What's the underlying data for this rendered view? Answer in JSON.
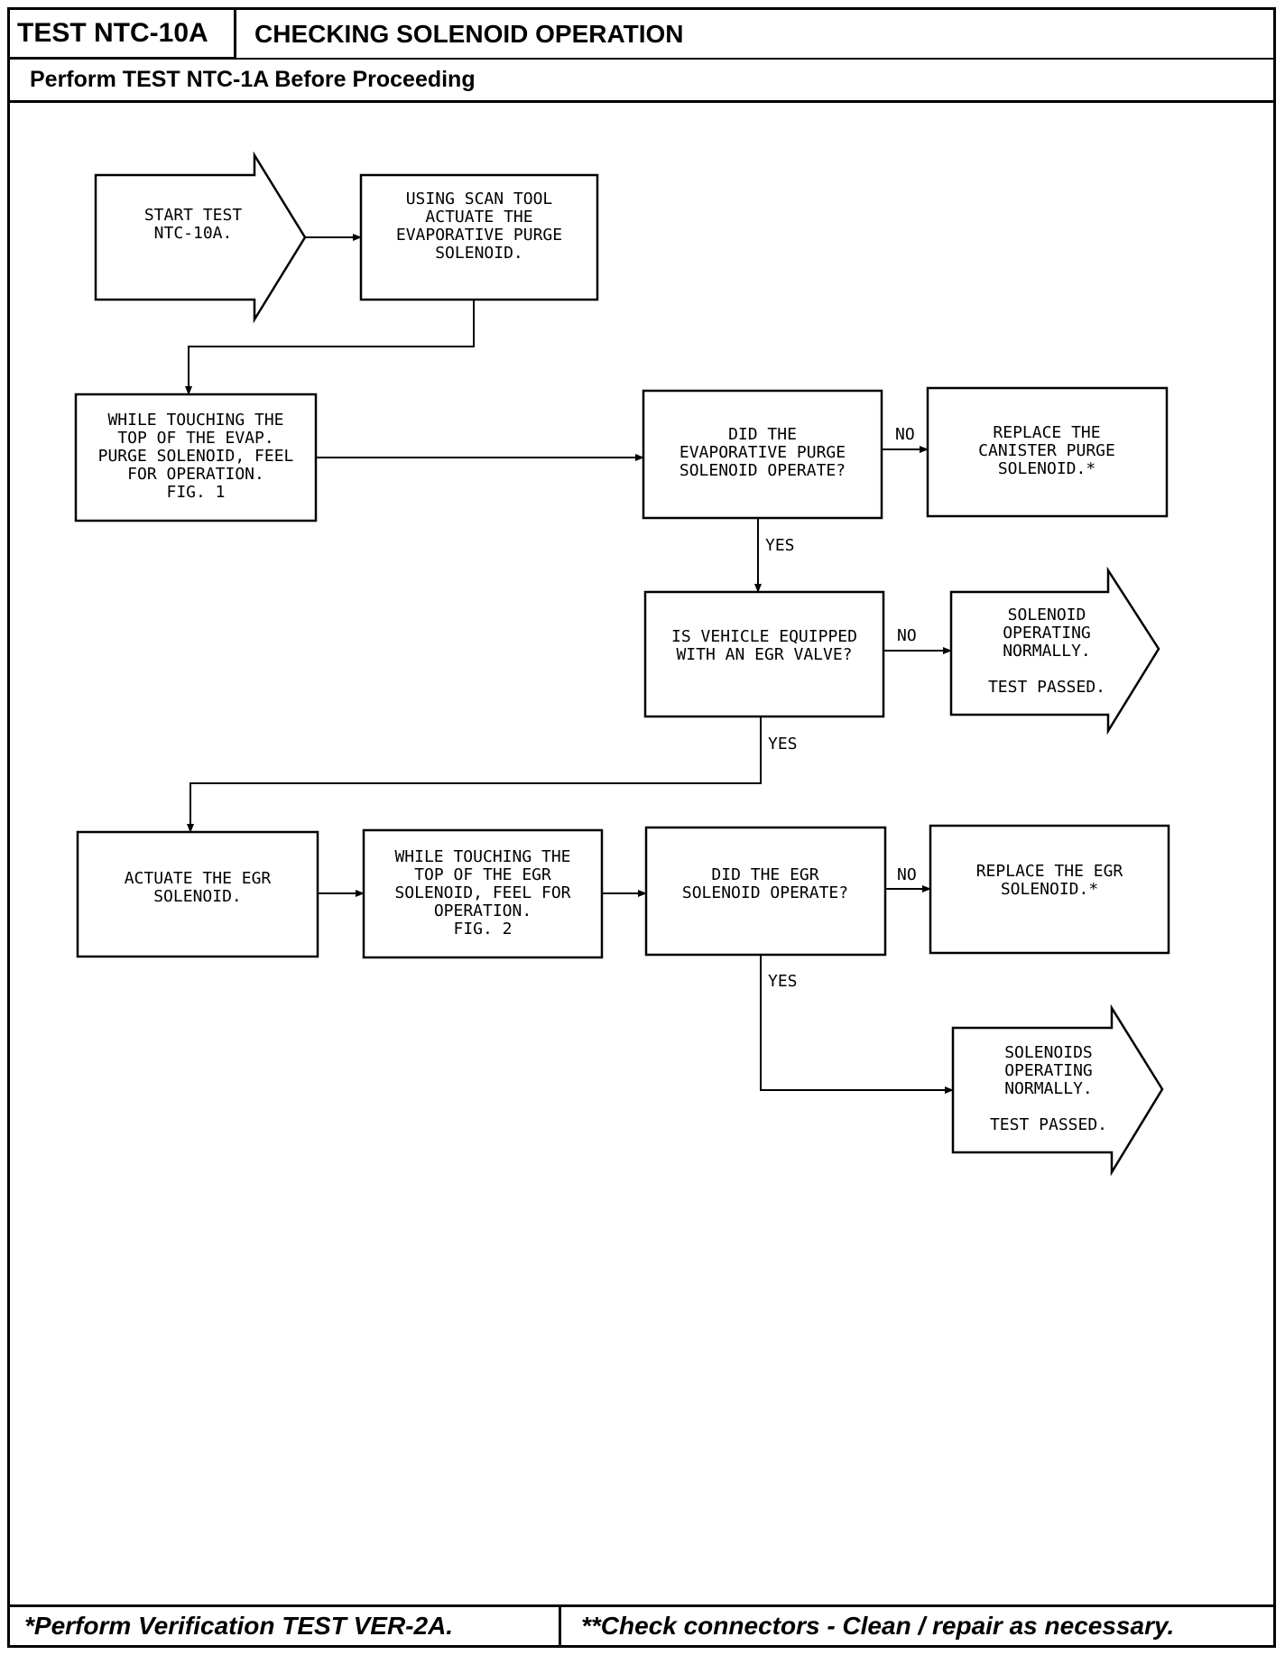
{
  "header": {
    "test_id": "TEST NTC-10A",
    "title": "CHECKING SOLENOID OPERATION",
    "prerequisite": "Perform TEST NTC-1A Before Proceeding"
  },
  "footer": {
    "left": "*Perform Verification TEST VER-2A.",
    "right": "**Check connectors - Clean / repair as necessary."
  },
  "flowchart": {
    "start": [
      "START TEST",
      "NTC-10A."
    ],
    "actuate_purge": [
      "USING SCAN TOOL",
      "ACTUATE THE",
      "EVAPORATIVE PURGE",
      "SOLENOID."
    ],
    "touch_purge": [
      "WHILE TOUCHING THE",
      "TOP OF THE EVAP.",
      "PURGE SOLENOID, FEEL",
      "FOR OPERATION.",
      "FIG. 1"
    ],
    "q_purge": [
      "DID THE",
      "EVAPORATIVE PURGE",
      "SOLENOID OPERATE?"
    ],
    "replace_canister": [
      "REPLACE THE",
      "CANISTER PURGE",
      "SOLENOID.*"
    ],
    "q_egr_equipped": [
      "IS VEHICLE EQUIPPED",
      "WITH AN EGR VALVE?"
    ],
    "end_solenoid": [
      "SOLENOID",
      "OPERATING",
      "NORMALLY.",
      "",
      "TEST PASSED."
    ],
    "actuate_egr": [
      "ACTUATE THE EGR",
      "SOLENOID."
    ],
    "touch_egr": [
      "WHILE TOUCHING THE",
      "TOP OF THE EGR",
      "SOLENOID, FEEL FOR",
      "OPERATION.",
      "FIG. 2"
    ],
    "q_egr": [
      "DID THE EGR",
      "SOLENOID OPERATE?"
    ],
    "replace_egr": [
      "REPLACE THE EGR",
      "SOLENOID.*"
    ],
    "end_solenoids": [
      "SOLENOIDS",
      "OPERATING",
      "NORMALLY.",
      "",
      "TEST PASSED."
    ],
    "labels": {
      "no1": "NO",
      "yes1": "YES",
      "no2": "NO",
      "yes2": "YES",
      "no3": "NO",
      "yes3": "YES"
    }
  }
}
